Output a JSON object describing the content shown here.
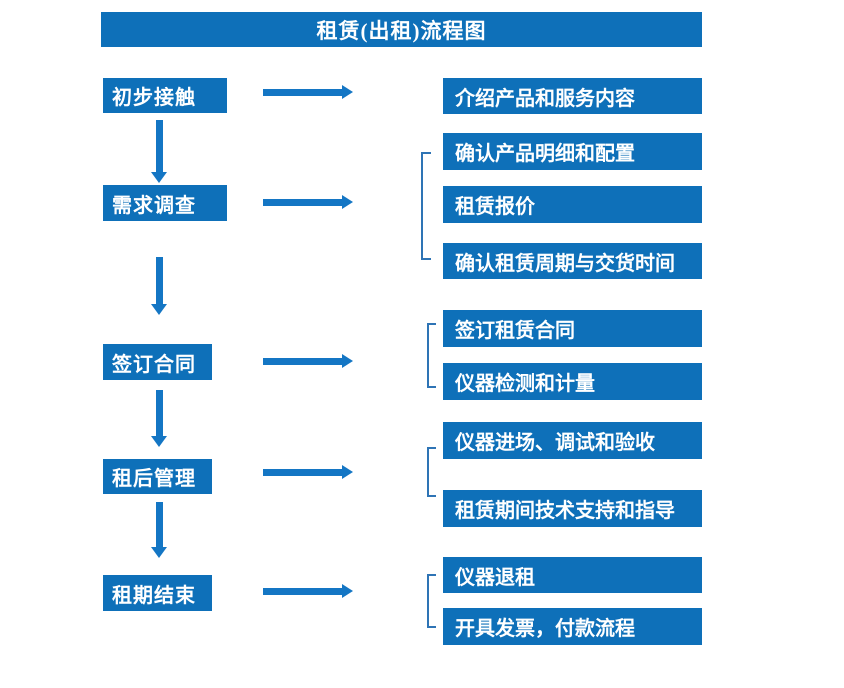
{
  "title": "租赁(出租)流程图",
  "colors": {
    "box_blue": "#0E70B9",
    "arrow_blue": "#1476C4",
    "bracket_blue": "#2E74B5",
    "text_white": "#FFFFFF"
  },
  "steps": [
    {
      "label": "初步接触",
      "details": [
        "介绍产品和服务内容"
      ]
    },
    {
      "label": "需求调查",
      "details": [
        "确认产品明细和配置",
        "租赁报价",
        "确认租赁周期与交货时间"
      ]
    },
    {
      "label": "签订合同",
      "details": [
        "签订租赁合同",
        "仪器检测和计量"
      ]
    },
    {
      "label": "租后管理",
      "details": [
        "仪器进场、调试和验收",
        "租赁期间技术支持和指导"
      ]
    },
    {
      "label": "租期结束",
      "details": [
        "仪器退租",
        "开具发票，付款流程"
      ]
    }
  ]
}
